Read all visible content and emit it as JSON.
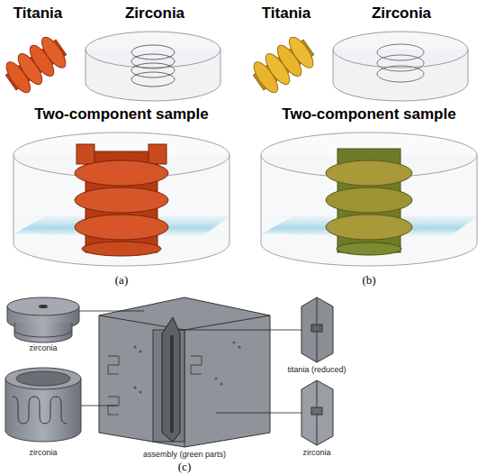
{
  "diagram": {
    "labels": [
      "Titania",
      "Zirconia",
      "Two-component sample",
      "(a)",
      "Titania",
      "Zirconia",
      "Two-component sample",
      "(b)",
      "zirconia",
      "zirconia",
      "assembly (green parts)",
      "titania (reduced)",
      "zirconia",
      "(c)"
    ]
  }
}
